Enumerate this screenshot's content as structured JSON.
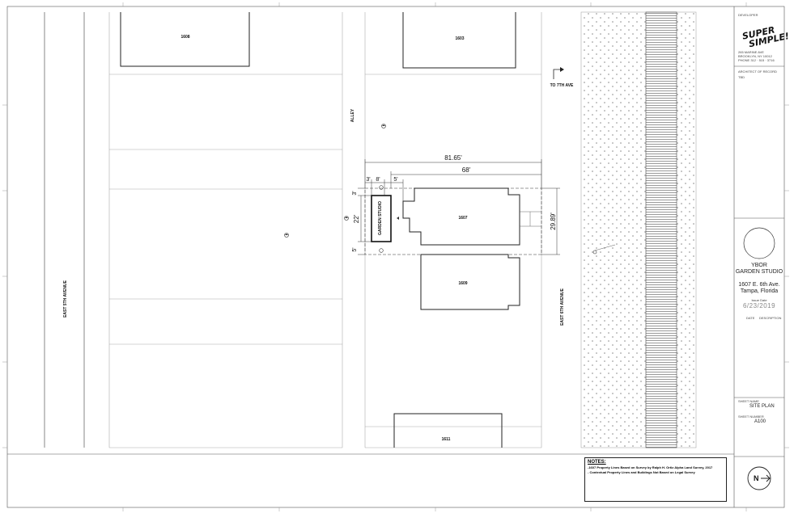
{
  "lots": {
    "lot_1608": "1608",
    "lot_1603": "1603",
    "lot_1607": "1607",
    "lot_1609": "1609",
    "lot_1611": "1611"
  },
  "streets": {
    "east_5th": "EAST 5TH AVENUE",
    "east_6th": "EAST 6TH AVENUE",
    "alley": "ALLEY",
    "to_7th": "TO 7TH AVE"
  },
  "dimensions": {
    "overall": "81.65'",
    "main": "68'",
    "left_3": "3'",
    "left_8": "8'",
    "left_5": "5'",
    "depth": "29.89'",
    "studio_len": "22'",
    "top_3": "3'",
    "bot_5": "5'"
  },
  "studio_label": "GARDEN STUDIO",
  "title_block": {
    "developer_label": "DEVELOPER",
    "logo_line1": "SUPER",
    "logo_line2": "SIMPLE!",
    "addr1": "265 MARINE AVE",
    "addr2": "BROOKLYN, NY 10012",
    "addr3": "PHONE 312 · 515 · 3716",
    "architect_label": "ARCHITECT OF RECORD",
    "architect_value": "TBD",
    "project_line1": "YBOR",
    "project_line2": "GARDEN STUDIO",
    "address_line1": "1607 E. 6th Ave.",
    "address_line2": "Tampa, Florida",
    "issue_label": "Issue Date",
    "issue_date": "6/23/2019",
    "date_col": "DATE",
    "desc_col": "DESCRIPTION",
    "sheet_name_label": "SHEET NAME",
    "sheet_name": "SITE PLAN",
    "sheet_number_label": "SHEET NUMBER",
    "sheet_number": "A100"
  },
  "notes": {
    "heading": "NOTES:",
    "line1": "-1607 Property Lines Based on Survey by Ralph H. Ortiz Alpha Land Survey, 2017",
    "line2": "- Contextual Property Lines and Buildings Not Based on Legal Survey"
  },
  "colors": {
    "line": "#222222",
    "light_line": "#bbbbbb",
    "dot": "#777777"
  },
  "icons": [
    "north-arrow-icon",
    "section-marker-icon"
  ]
}
